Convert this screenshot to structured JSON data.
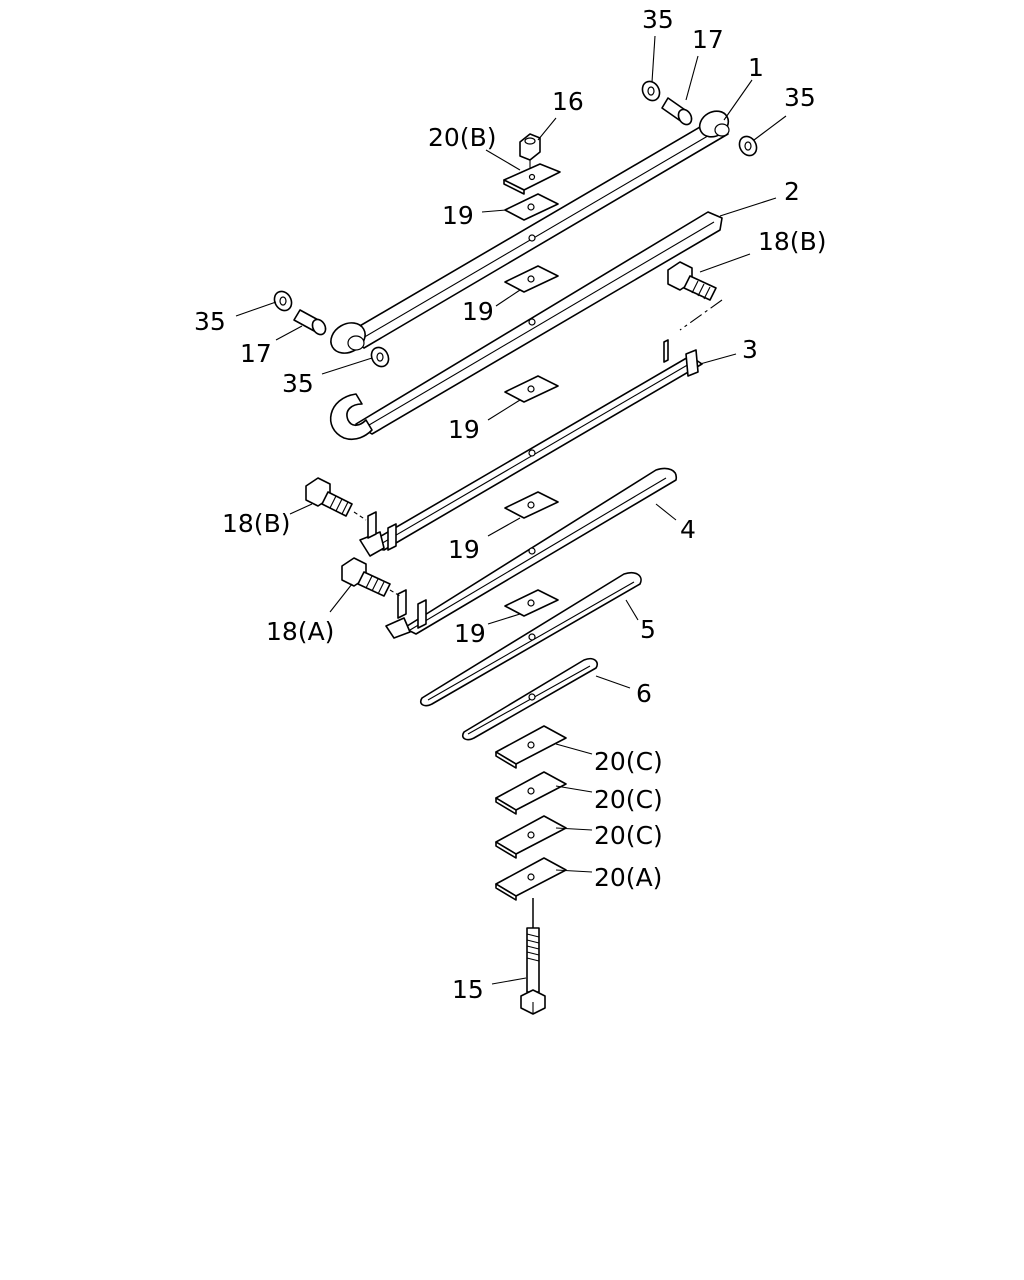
{
  "callouts": {
    "c35a": "35",
    "c17a": "17",
    "c1": "1",
    "c35b": "35",
    "c16": "16",
    "c20b_top": "20(B)",
    "c19a": "19",
    "c2": "2",
    "c18b_right": "18(B)",
    "c19b": "19",
    "c35c": "35",
    "c17b": "17",
    "c35d": "35",
    "c3": "3",
    "c19c": "19",
    "c18b_left": "18(B)",
    "c4": "4",
    "c19d": "19",
    "c18a": "18(A)",
    "c5": "5",
    "c19e": "19",
    "c6": "6",
    "c20c_1": "20(C)",
    "c20c_2": "20(C)",
    "c20c_3": "20(C)",
    "c20a": "20(A)",
    "c15": "15"
  }
}
